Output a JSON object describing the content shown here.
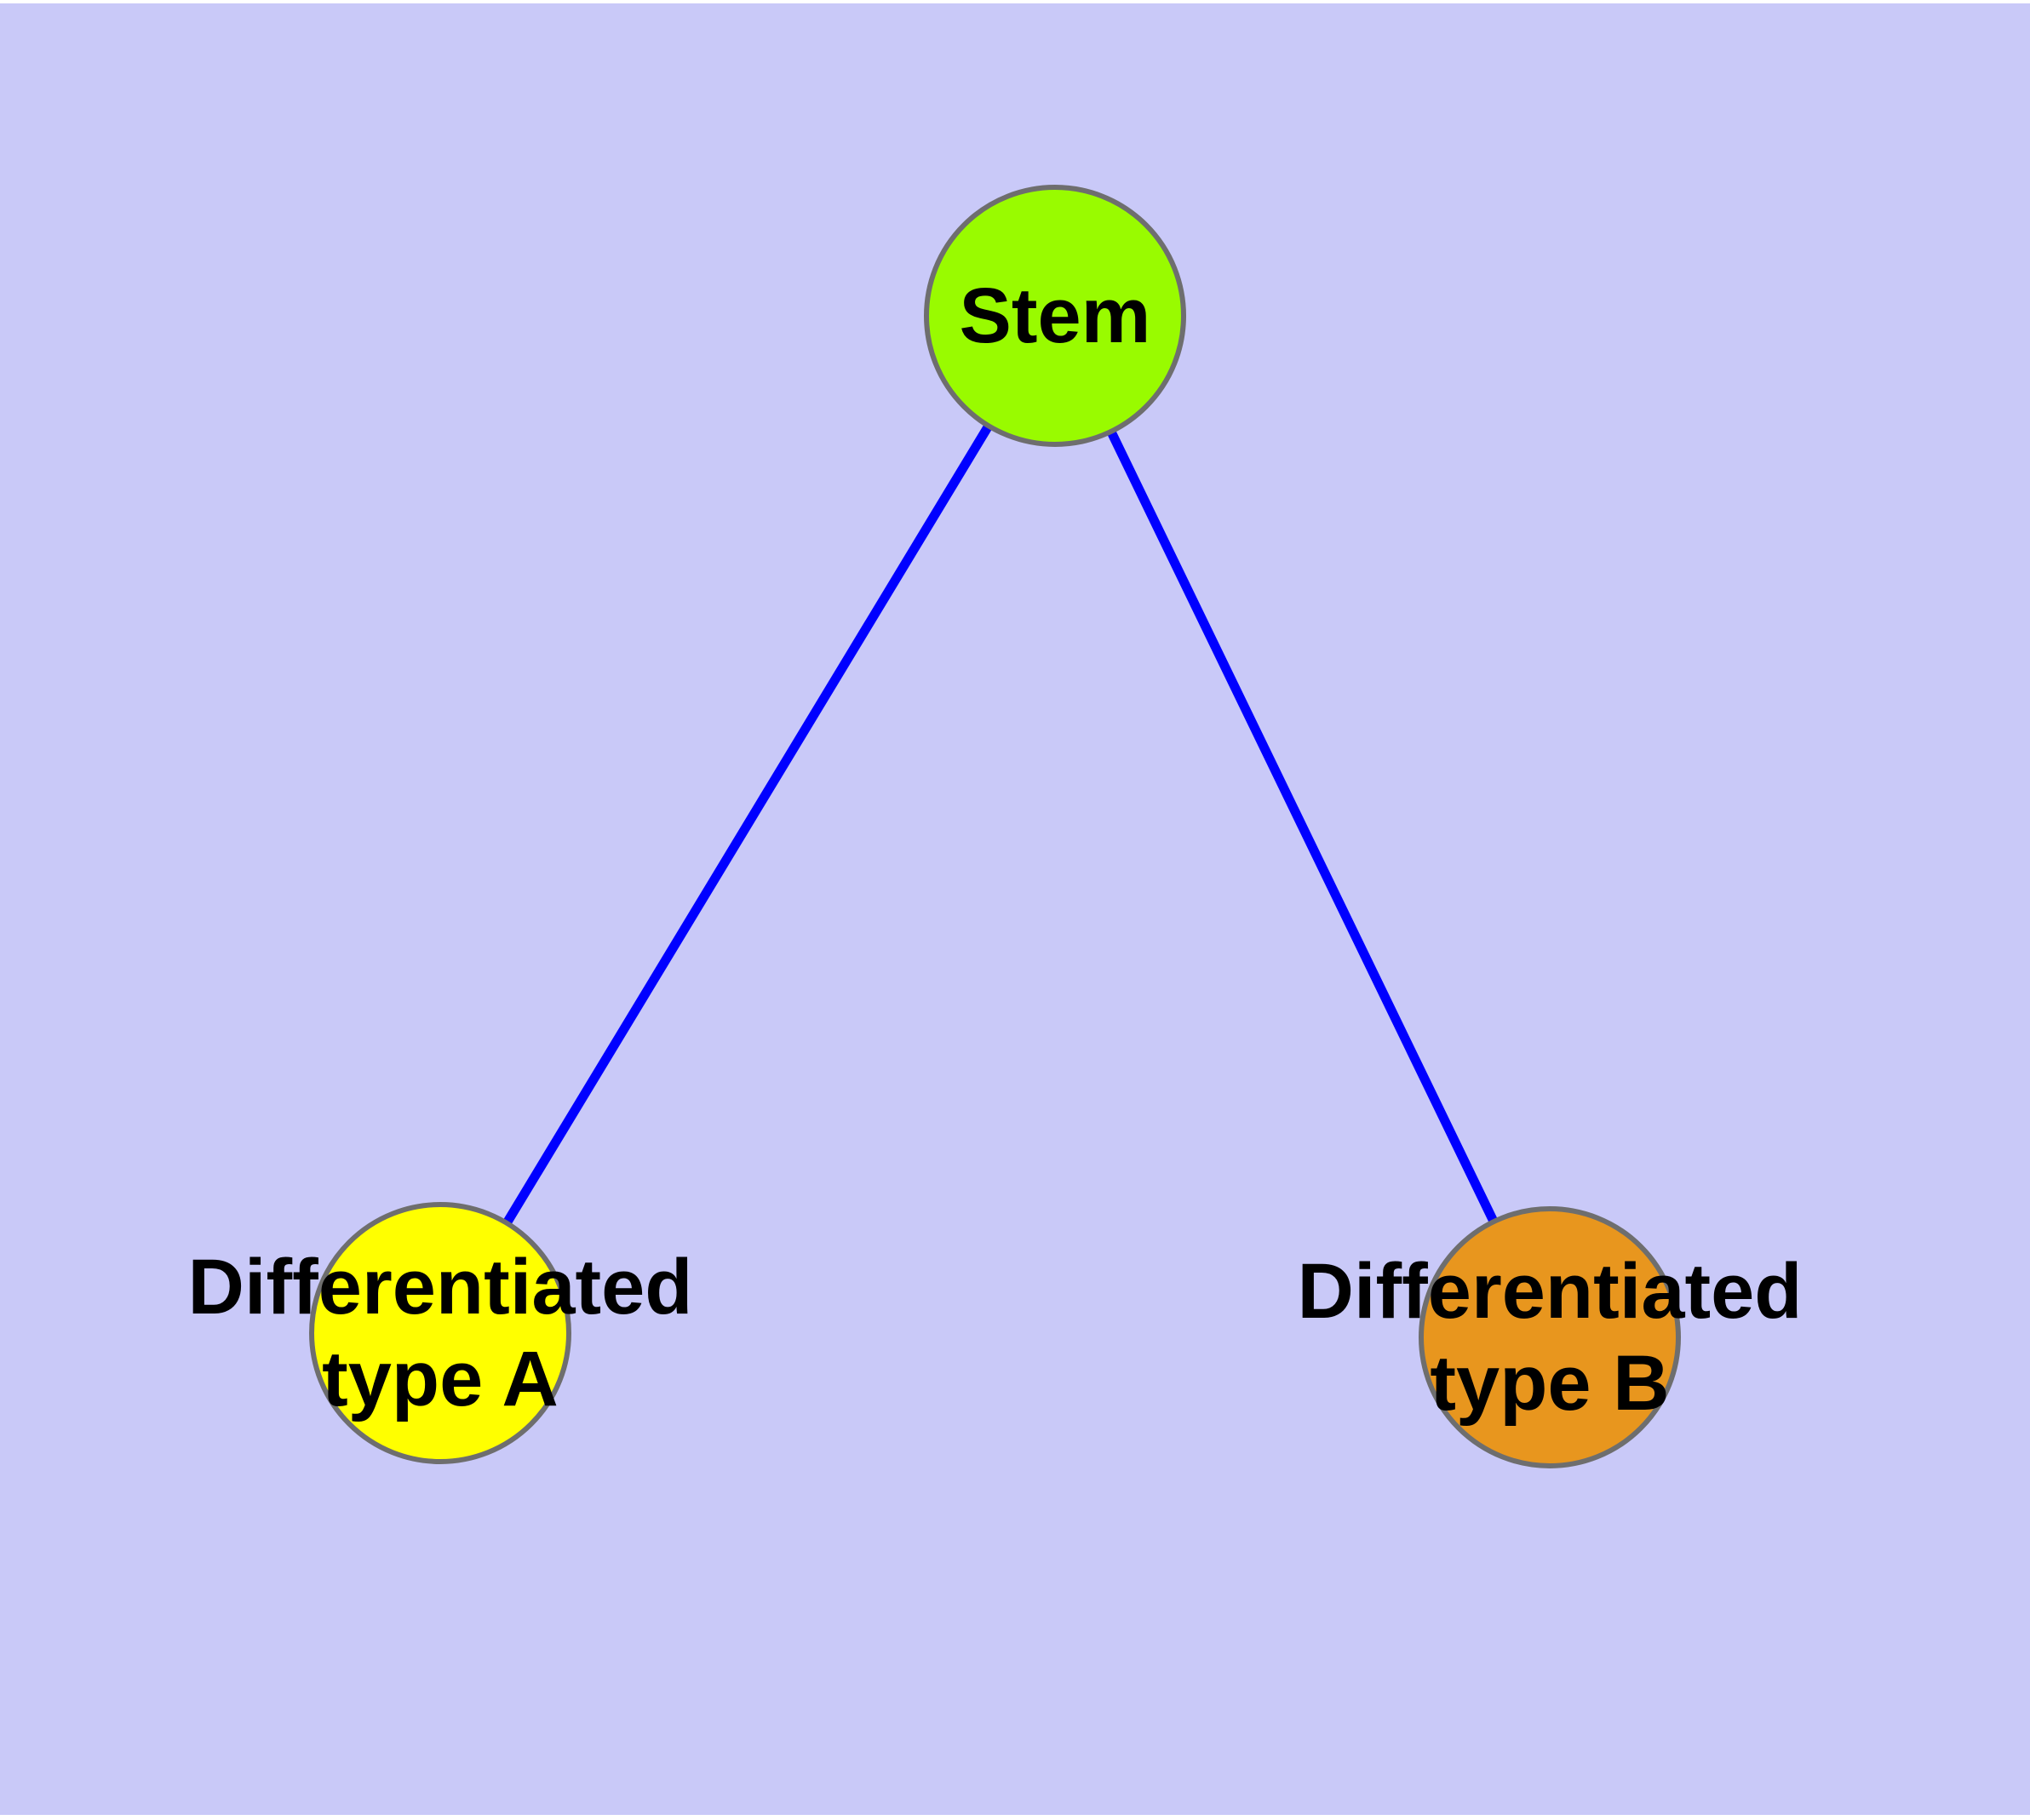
{
  "canvas": {
    "background_color": "#C9C9F8",
    "frame_color": "#FFFFFF"
  },
  "edge_style": {
    "color": "#0000FF",
    "width": 11
  },
  "edges": [
    {
      "from": "stem",
      "to": "differentiated-type-a"
    },
    {
      "from": "stem",
      "to": "differentiated-type-b"
    }
  ],
  "nodes": [
    {
      "id": "stem",
      "label": "Stem",
      "label_lines": [
        "Stem"
      ],
      "fill": "#99FB00",
      "border_color": "#6E6E6E",
      "border_width": 6
    },
    {
      "id": "differentiated-type-a",
      "label": "Differentiated type A",
      "label_lines": [
        "Differentiated",
        "type A"
      ],
      "fill": "#FFFF00",
      "border_color": "#6E6E6E",
      "border_width": 6
    },
    {
      "id": "differentiated-type-b",
      "label": "Differentiated type B",
      "label_lines": [
        "Differentiated",
        "type B"
      ],
      "fill": "#E8961E",
      "border_color": "#6E6E6E",
      "border_width": 6
    }
  ]
}
